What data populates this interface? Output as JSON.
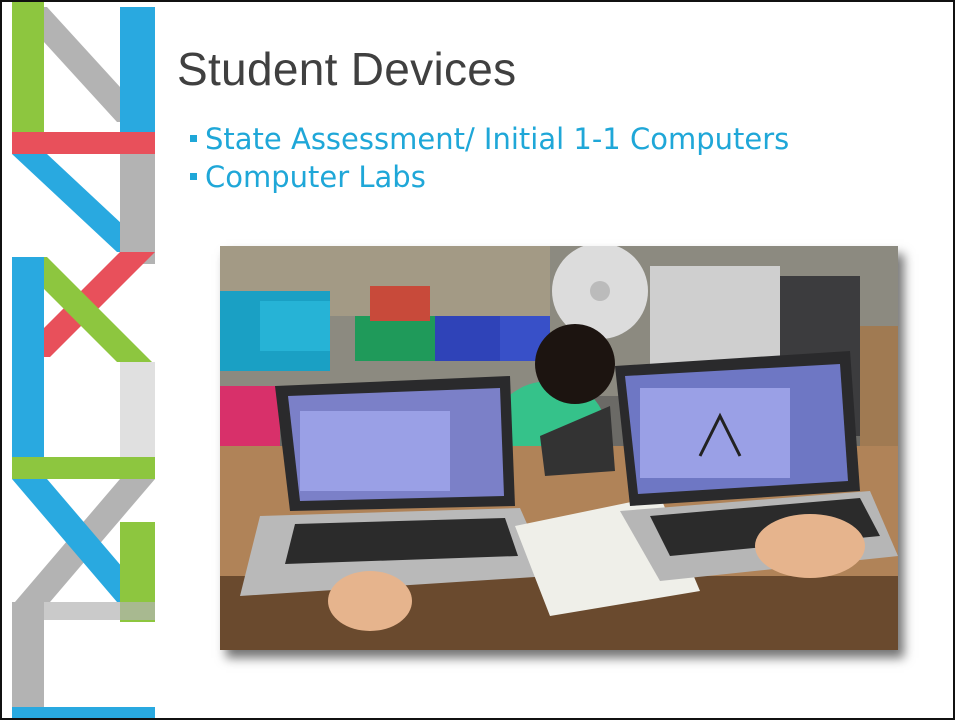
{
  "slide": {
    "title": "Student Devices",
    "bullets": [
      "State Assessment/ Initial 1-1 Computers",
      "Computer Labs"
    ]
  },
  "photo": {
    "subject": "students-using-laptops",
    "icon": "photo-icon"
  },
  "colors": {
    "title": "#404040",
    "bullet": "#1fa7d8",
    "logo_blue": "#29a9e0",
    "logo_green": "#8dc63f",
    "logo_red": "#e8505b",
    "logo_gray": "#b3b3b3"
  }
}
